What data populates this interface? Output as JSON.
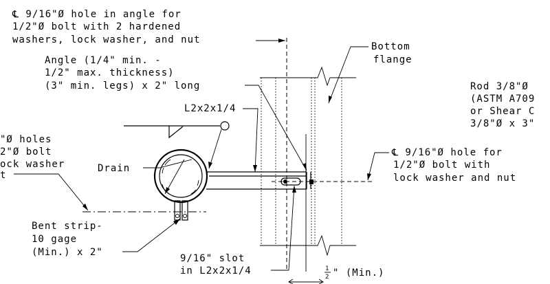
{
  "colors": {
    "ink": "#000000",
    "background": "#ffffff"
  },
  "labels": {
    "cl_hole_angle": [
      "℄ 9/16\"Ø hole in angle for",
      "1/2\"Ø bolt with 2 hardened",
      "washers, lock washer, and nut"
    ],
    "bottom_flange": [
      "Bottom",
      "flange"
    ],
    "angle_spec": [
      "Angle (1/4\" min. -",
      "1/2\" max. thickness)",
      "(3\" min. legs) x 2\" long"
    ],
    "rod_spec": [
      "Rod 3/8\"Ø",
      "(ASTM A709",
      "or Shear C",
      "3/8\"Ø x 3\""
    ],
    "angle_size": "L2x2x1/4",
    "holes_left": [
      "\"Ø holes",
      "2\"Ø bolt",
      "ock washer",
      "t"
    ],
    "drain": "Drain",
    "cl_hole_bolt": [
      "℄ 9/16\"Ø hole for",
      "1/2\"Ø bolt with",
      "lock washer and nut"
    ],
    "bent_strip": [
      "Bent strip-",
      "10 gage",
      "(Min.) x 2\""
    ],
    "slot": [
      "9/16\" slot",
      "in L2x2x1/4"
    ],
    "half_num": "1",
    "half_den": "2",
    "min_suffix": "\" (Min.)"
  }
}
